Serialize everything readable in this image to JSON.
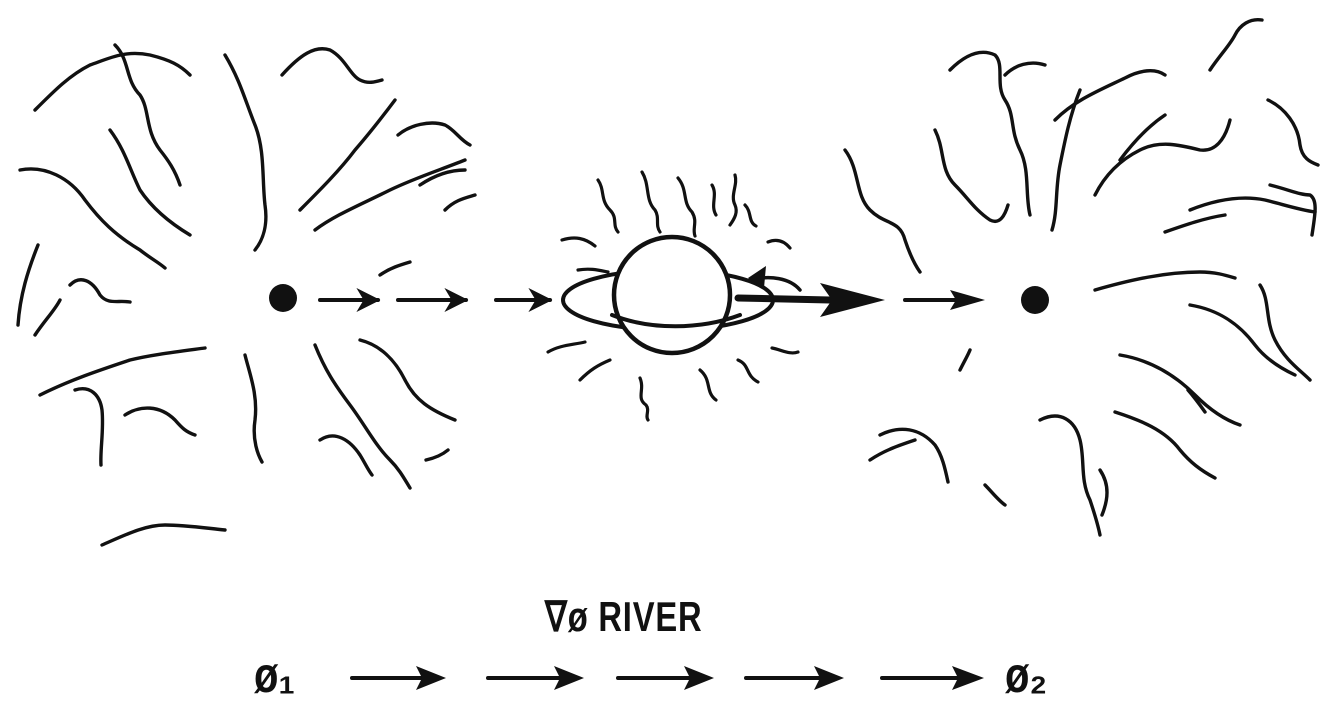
{
  "labels": {
    "gradient_river": "∇ø RIVER",
    "phi_1": "ø₁",
    "phi_2": "ø₂"
  },
  "colors": {
    "ink": "#111111",
    "background": "#ffffff"
  }
}
